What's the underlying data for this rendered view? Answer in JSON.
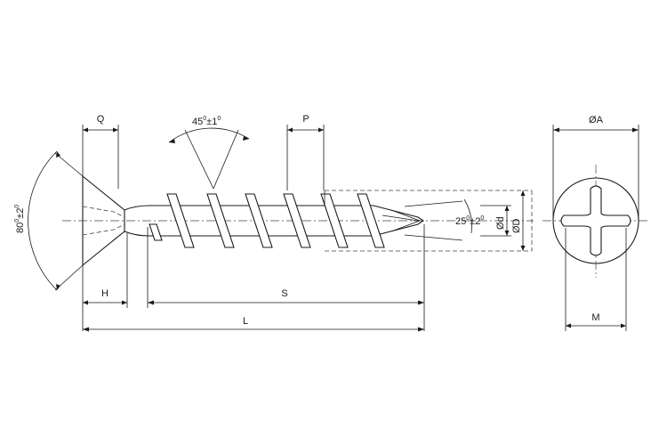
{
  "labels": {
    "q": "Q",
    "p": "P",
    "h": "H",
    "s": "S",
    "l": "L",
    "m": "M",
    "a": "ØA",
    "d": "Ød",
    "dd": "ØD",
    "head_angle": {
      "value": "80",
      "deg": "0",
      "tol": "±2",
      "tol_deg": "0"
    },
    "thread_angle": {
      "value": "45",
      "deg": "0",
      "tol": "±1",
      "tol_deg": "0"
    },
    "tip_angle": {
      "value": "25",
      "deg": "0",
      "tol": "±2",
      "tol_deg": "0"
    }
  }
}
